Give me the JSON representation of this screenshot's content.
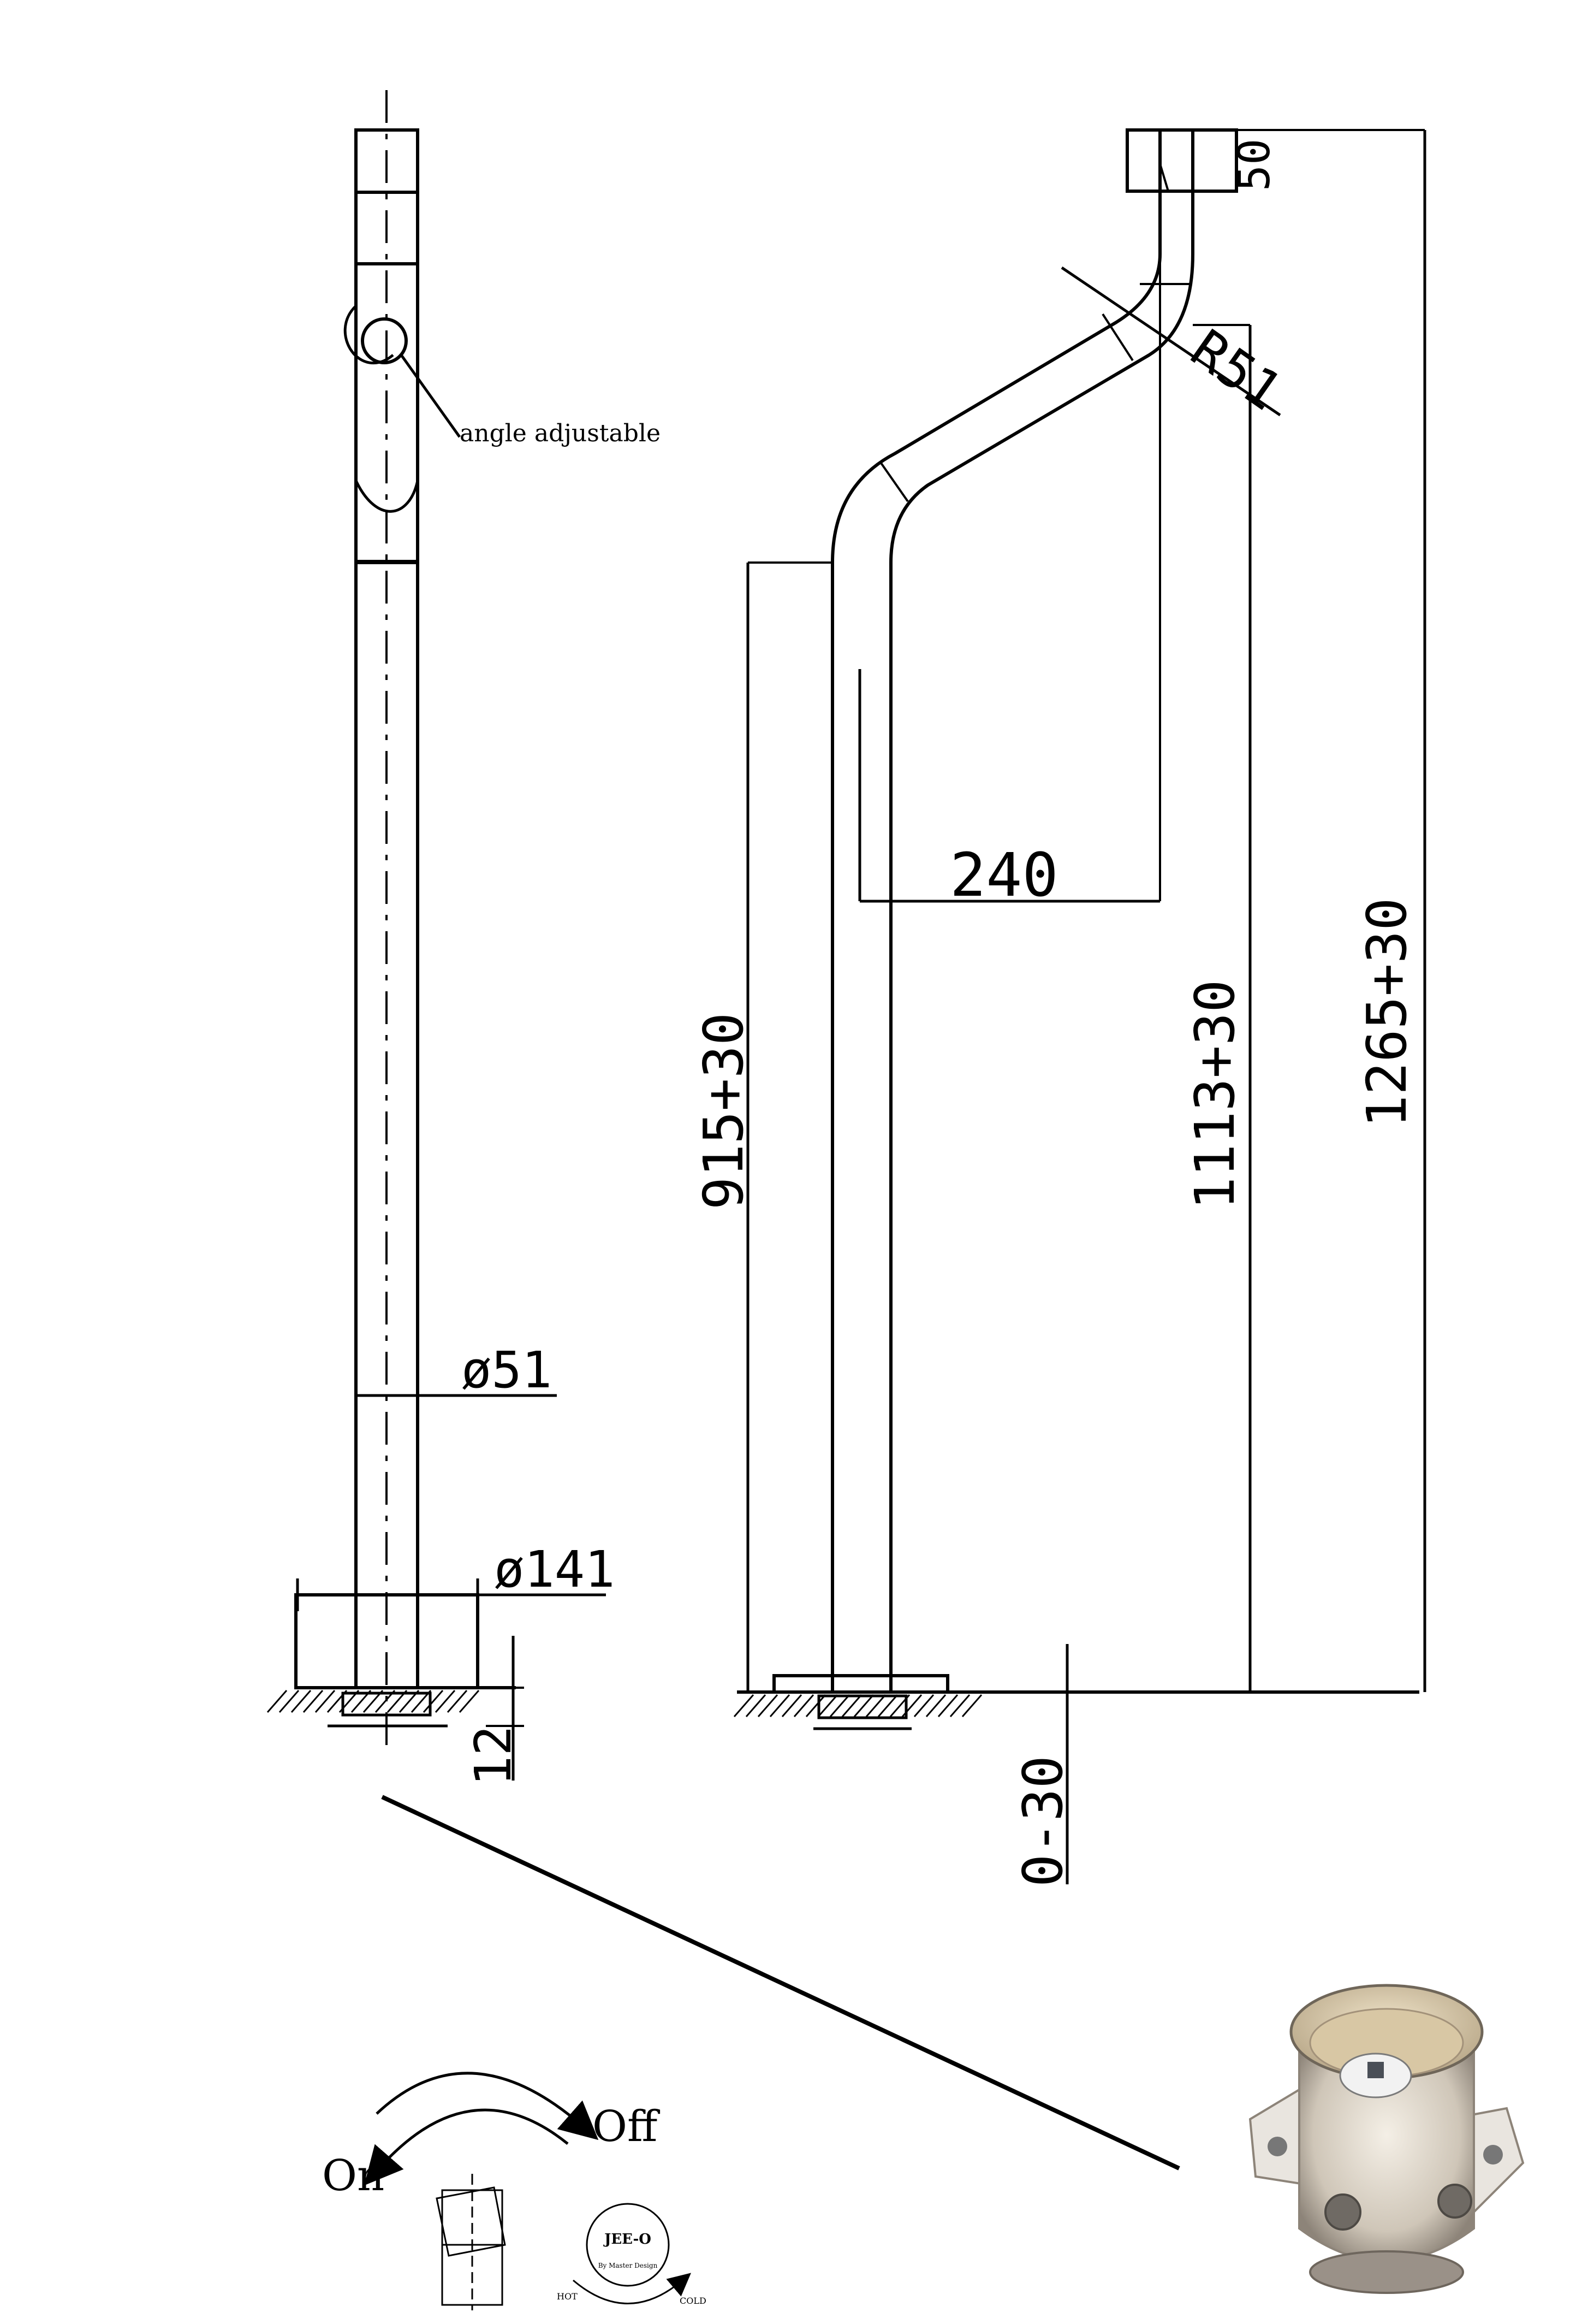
{
  "side_view": {
    "callout": "angle adjustable",
    "dim_shaft": "ø51",
    "dim_base": "ø141",
    "dim_plate": "12"
  },
  "front_view": {
    "dim_top": "50",
    "dim_radius": "R51",
    "dim_reach": "240",
    "dim_spout_height": "915+30",
    "dim_mid_height": "1113+30",
    "dim_total_height": "1265+30",
    "dim_floor": "0-30"
  },
  "operation": {
    "on_label": "On",
    "off_label": "Off",
    "dial_brand": "JEE-O",
    "dial_left": "HOT",
    "dial_right": "COLD",
    "dial_center": "By Master Design"
  }
}
